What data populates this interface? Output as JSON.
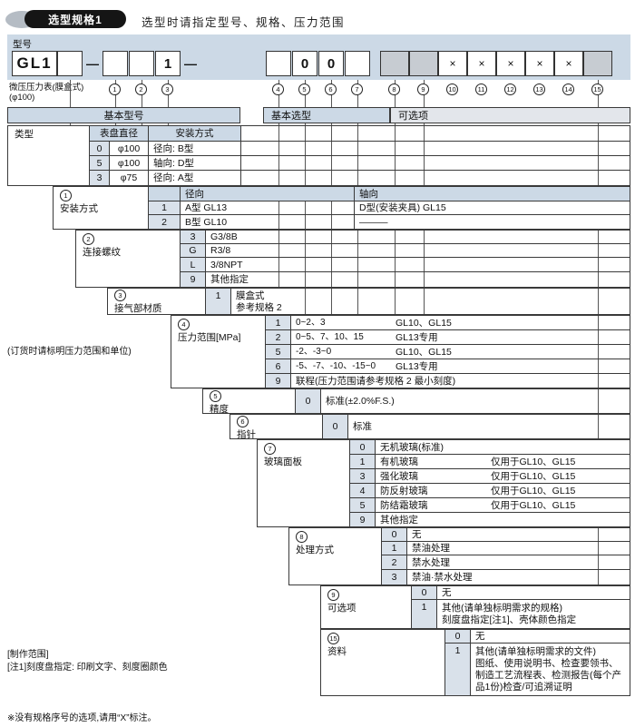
{
  "header": {
    "badge": "选型规格1",
    "title": "选型时请指定型号、规格、压力范围"
  },
  "model": {
    "label": "型号",
    "prefix": "GL1",
    "dash": "—",
    "fixed_material": "1",
    "fixed_accuracy": "0",
    "fixed_pointer": "0",
    "x_mark": "×",
    "product_line1": "微压压力表(膜盒式)",
    "product_line2": "(φ100)",
    "positions": [
      "1",
      "2",
      "3",
      "4",
      "5",
      "6",
      "7",
      "8",
      "9",
      "10",
      "11",
      "12",
      "13",
      "14",
      "15"
    ]
  },
  "band": {
    "basic_model": "基本型号",
    "basic_selection": "基本选型",
    "options": "可选项"
  },
  "table": {
    "t": {
      "label": "类型",
      "h1": "表盘直径",
      "h2": "安装方式",
      "rows": [
        {
          "code": "0",
          "dia": "φ100",
          "mount": "径向: B型"
        },
        {
          "code": "5",
          "dia": "φ100",
          "mount": "轴向: D型"
        },
        {
          "code": "3",
          "dia": "φ75",
          "mount": "径向: A型"
        }
      ]
    },
    "s1": {
      "num": "1",
      "label": "安装方式",
      "h1": "径向",
      "h2": "轴向",
      "rows": [
        {
          "code": "1",
          "radial": "A型 GL13",
          "axial": "D型(安装夹具) GL15"
        },
        {
          "code": "2",
          "radial": "B型 GL10",
          "axial": "———"
        }
      ]
    },
    "s2": {
      "num": "2",
      "label": "连接螺纹",
      "rows": [
        {
          "code": "3",
          "text": "G3/8B"
        },
        {
          "code": "G",
          "text": "R3/8"
        },
        {
          "code": "L",
          "text": "3/8NPT"
        },
        {
          "code": "9",
          "text": "其他指定"
        }
      ]
    },
    "s3": {
      "num": "3",
      "label": "接气部材质",
      "code": "1",
      "text1": "膜盒式",
      "text2": "参考规格 2"
    },
    "s4": {
      "num": "4",
      "label": "压力范围[MPa]",
      "side_note": "(订货时请标明压力范围和单位)",
      "rows": [
        {
          "code": "1",
          "range": "0~2、3",
          "note": "GL10、GL15"
        },
        {
          "code": "2",
          "range": "0~5、7、10、15",
          "note": "GL13专用"
        },
        {
          "code": "5",
          "range": "-2、-3~0",
          "note": "GL10、GL15"
        },
        {
          "code": "6",
          "range": "-5、-7、-10、-15~0",
          "note": "GL13专用"
        }
      ],
      "last_code": "9",
      "last_text": "联程(压力范围请参考规格 2 最小刻度)"
    },
    "s5": {
      "num": "5",
      "label": "精度",
      "code": "0",
      "text": "标准(±2.0%F.S.)"
    },
    "s6": {
      "num": "6",
      "label": "指针",
      "code": "0",
      "text": "标准"
    },
    "s7": {
      "num": "7",
      "label": "玻璃面板",
      "rows": [
        {
          "code": "0",
          "text": "无机玻璃(标准)",
          "note": ""
        },
        {
          "code": "1",
          "text": "有机玻璃",
          "note": "仅用于GL10、GL15"
        },
        {
          "code": "3",
          "text": "强化玻璃",
          "note": "仅用于GL10、GL15"
        },
        {
          "code": "4",
          "text": "防反射玻璃",
          "note": "仅用于GL10、GL15"
        },
        {
          "code": "5",
          "text": "防结霜玻璃",
          "note": "仅用于GL10、GL15"
        },
        {
          "code": "9",
          "text": "其他指定",
          "note": ""
        }
      ]
    },
    "s8": {
      "num": "8",
      "label": "处理方式",
      "rows": [
        {
          "code": "0",
          "text": "无"
        },
        {
          "code": "1",
          "text": "禁油处理"
        },
        {
          "code": "2",
          "text": "禁水处理"
        },
        {
          "code": "3",
          "text": "禁油·禁水处理"
        }
      ]
    },
    "s9": {
      "num": "9",
      "label": "可选项",
      "row0_code": "0",
      "row0_text": "无",
      "row1_code": "1",
      "row1_text": "其他(请单独标明需求的规格)",
      "row1_text2": "刻度盘指定[注1]、壳体颜色指定"
    },
    "s15": {
      "num": "15",
      "label": "资料",
      "row0_code": "0",
      "row0_text": "无",
      "row1_code": "1",
      "row1_text": "其他(请单独标明需求的文件)",
      "row1_text2": "图纸、使用说明书、检查要领书、制造工艺流程表、检测报告(每个产品1份)检查/可追溯证明"
    }
  },
  "footnotes": {
    "making_range": "[制作范围]",
    "note1": "[注1]刻度盘指定: 印刷文字、刻度圈颜色",
    "bottom": "※没有规格序号的选项,请用“X”标注。"
  },
  "colors": {
    "header_blue": "#ccd9e6",
    "code_shade": "#d9e1ea",
    "options_grey": "#e3e6eb",
    "box_grey": "#c7ccd2",
    "badge_black": "#151515"
  }
}
